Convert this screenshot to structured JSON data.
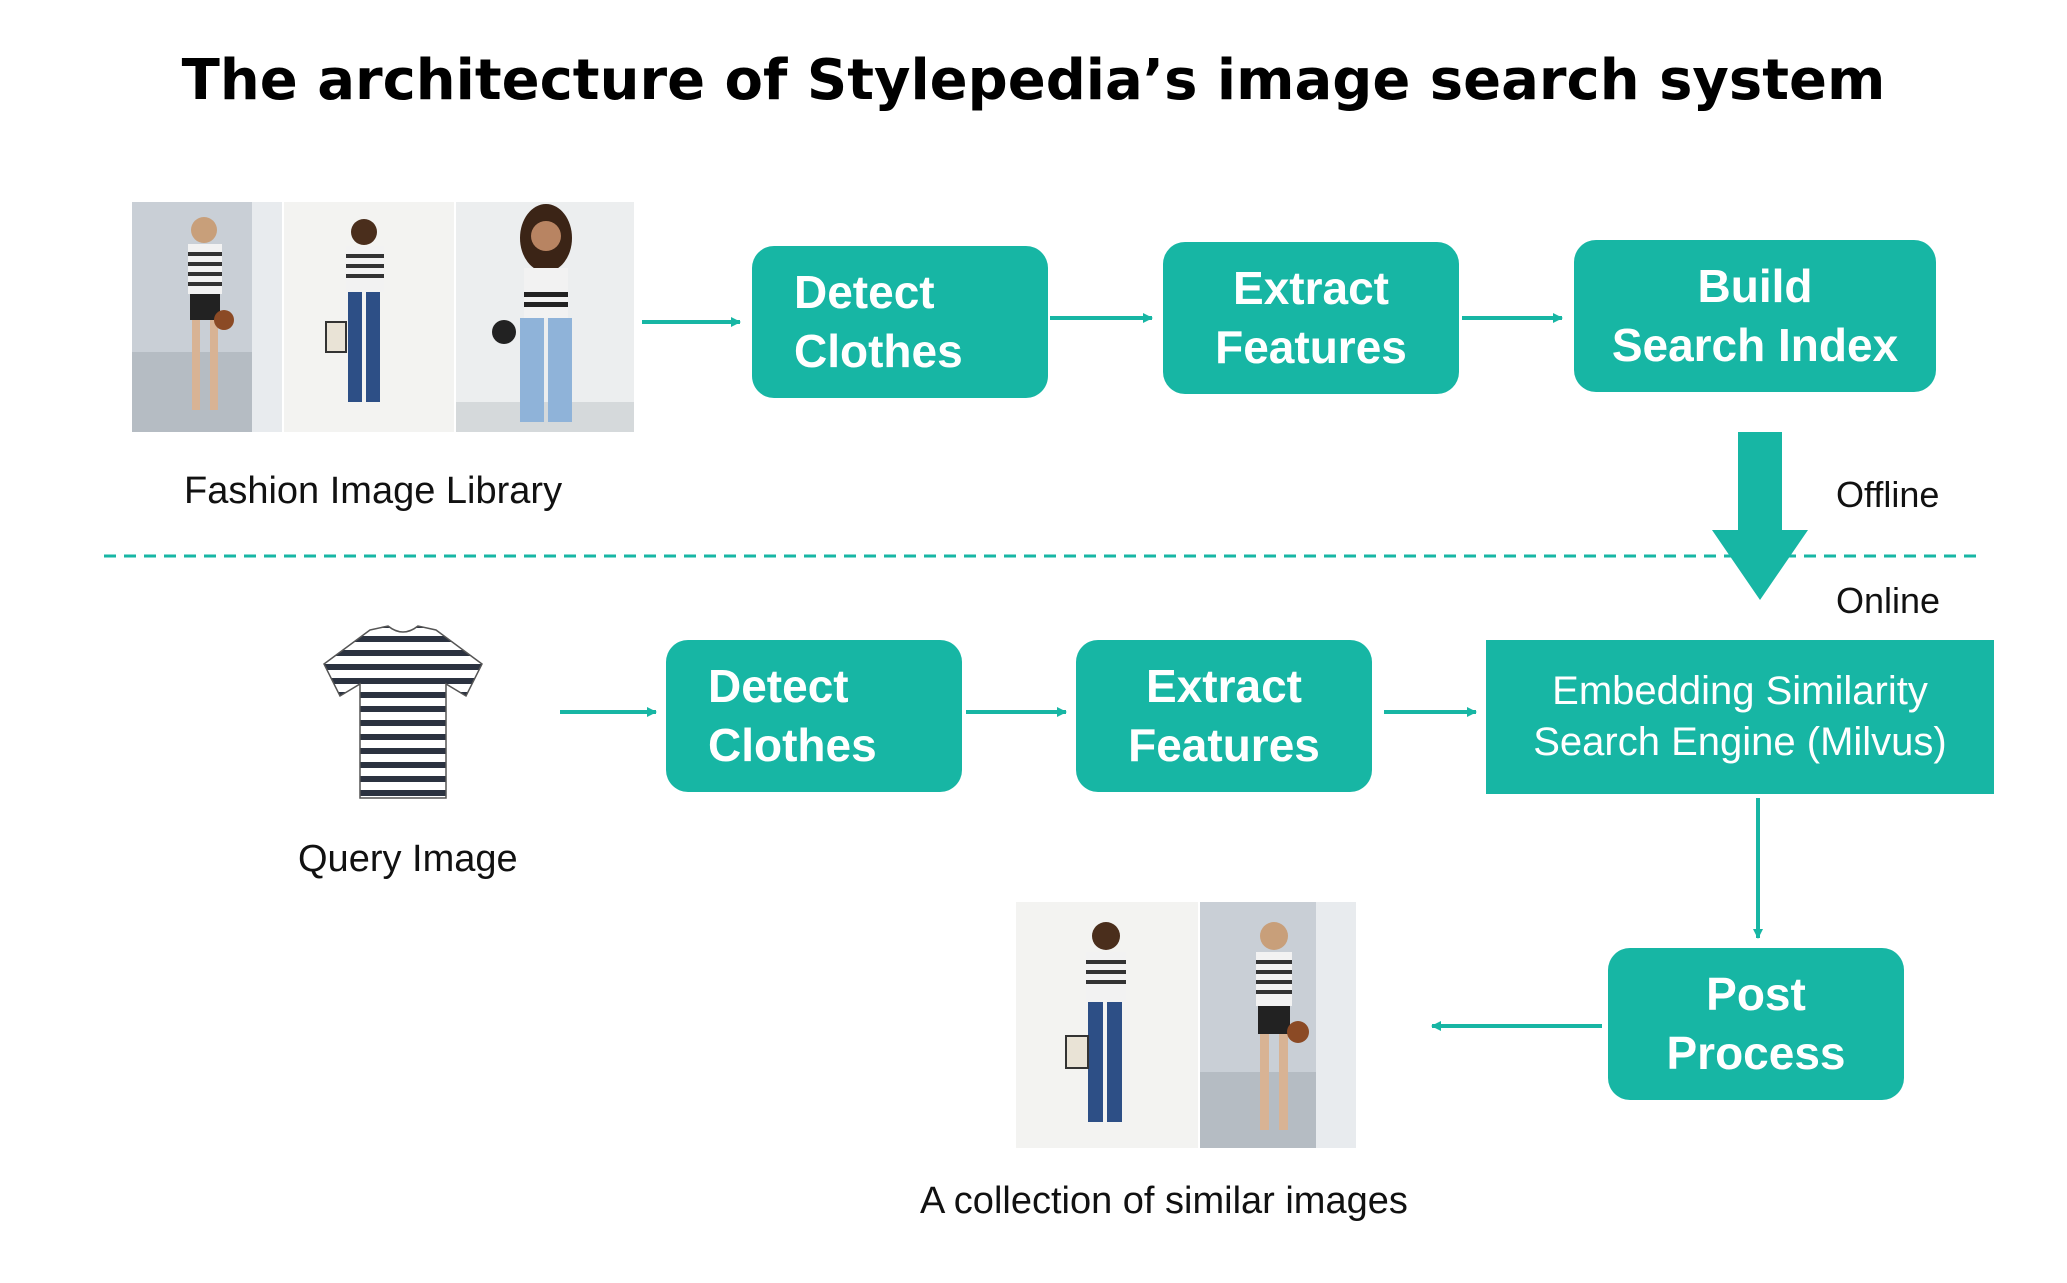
{
  "title": "The architecture of Stylepedia’s image search system",
  "offline_row": {
    "library_label": "Fashion Image Library",
    "steps": [
      {
        "label": "Detect\nClothes"
      },
      {
        "label": "Extract\nFeatures"
      },
      {
        "label": "Build\nSearch Index"
      }
    ]
  },
  "divider": {
    "offline_label": "Offline",
    "online_label": "Online"
  },
  "online_row": {
    "query_label": "Query Image",
    "steps": [
      {
        "label": "Detect\nClothes"
      },
      {
        "label": "Extract\nFeatures"
      },
      {
        "label": "Embedding Similarity\nSearch Engine (Milvus)"
      }
    ]
  },
  "post": {
    "label": "Post\nProcess",
    "results_label": "A collection of similar images"
  },
  "colors": {
    "accent": "#17b6a4",
    "text": "#111111"
  }
}
